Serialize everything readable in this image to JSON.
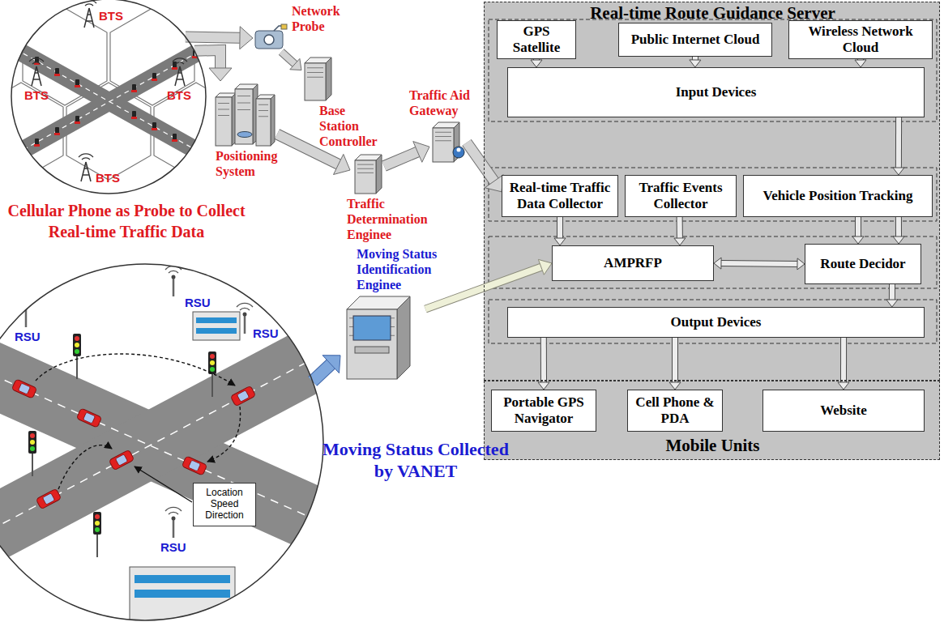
{
  "diagram": {
    "nodes": [
      {
        "text": [
          "Cellular Phone as Probe to Collect Real-time Traffic Data"
        ]
      },
      {
        "text": [
          "Network Probe"
        ]
      },
      {
        "text": [
          "Base Station Controller"
        ]
      },
      {
        "text": [
          "Positioning System"
        ]
      },
      {
        "text": [
          "Traffic Determination Enginee"
        ]
      },
      {
        "text": [
          "Traffic Aid Gateway"
        ]
      },
      {
        "text": [
          "Real-time Route Guidance Server"
        ]
      },
      {
        "text": [
          "GPS Satellite"
        ],
        "in": 6
      },
      {
        "text": [
          "Public Internet Cloud"
        ],
        "in": 6
      },
      {
        "text": [
          "Wireless Network Cloud"
        ],
        "in": 6
      },
      {
        "text": [
          "Input Devices"
        ],
        "in": 6
      },
      {
        "text": [
          "Real-time Traffic Data Collector"
        ],
        "in": 6
      },
      {
        "text": [
          "Traffic Events Collector"
        ],
        "in": 6
      },
      {
        "text": [
          "Vehicle Position Tracking"
        ],
        "in": 6
      },
      {
        "text": [
          "Moving Status Identification Enginee"
        ]
      },
      {
        "text": [
          "AMPRFP"
        ],
        "in": 6
      },
      {
        "text": [
          "Route Decidor"
        ],
        "in": 6
      },
      {
        "text": [
          "Output Devices"
        ],
        "in": 6
      },
      {
        "text": [
          "Mobile Units"
        ]
      },
      {
        "text": [
          "Portable GPS Navigator"
        ],
        "in": 18
      },
      {
        "text": [
          "Cell Phone & PDA"
        ],
        "in": 18
      },
      {
        "text": [
          "Website"
        ],
        "in": 18
      },
      {
        "text": [
          "Moving Status Collected by VANET"
        ]
      },
      {
        "text": [
          "Location Speed Direction"
        ],
        "in": 22
      }
    ],
    "edges": [
      {
        "from": 0,
        "to": 1,
        "arrow": "to"
      },
      {
        "from": 0,
        "to": 3,
        "arrow": "to"
      },
      {
        "from": 1,
        "to": 2,
        "arrow": "to"
      },
      {
        "from": 3,
        "to": 4,
        "arrow": "to"
      },
      {
        "from": 4,
        "to": 5,
        "arrow": "to"
      },
      {
        "from": 5,
        "to": 11,
        "arrow": "to"
      },
      {
        "from": 7,
        "to": 10,
        "arrow": "to"
      },
      {
        "from": 8,
        "to": 10,
        "arrow": "to"
      },
      {
        "from": 9,
        "to": 10,
        "arrow": "to"
      },
      {
        "from": 10,
        "to": 13,
        "arrow": "to"
      },
      {
        "from": 11,
        "to": 15,
        "arrow": "to"
      },
      {
        "from": 12,
        "to": 15,
        "arrow": "to"
      },
      {
        "from": 13,
        "to": 16,
        "arrow": "to"
      },
      {
        "from": 13,
        "to": 16,
        "arrow": "to"
      },
      {
        "from": 15,
        "to": 16,
        "arrow": "both"
      },
      {
        "from": 16,
        "to": 17,
        "arrow": "to"
      },
      {
        "from": 17,
        "to": 19,
        "arrow": "to"
      },
      {
        "from": 17,
        "to": 20,
        "arrow": "to"
      },
      {
        "from": 17,
        "to": 21,
        "arrow": "to"
      },
      {
        "from": 22,
        "to": 14,
        "arrow": "to"
      },
      {
        "from": 14,
        "to": 15,
        "arrow": "to"
      }
    ],
    "labels": [
      "BTS",
      "BTS",
      "BTS",
      "BTS",
      "RSU",
      "RSU",
      "RSU",
      "RSU"
    ]
  }
}
